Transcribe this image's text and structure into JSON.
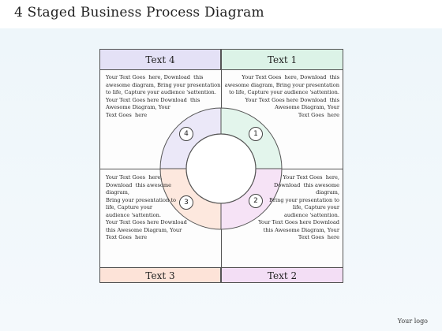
{
  "title": "4 Staged Business Process Diagram",
  "stages": {
    "s1": {
      "number": "1",
      "label": "Text 1",
      "body": "Your Text Goes  here, Download  this\nawesome diagram, Bring your presentation\nto life, Capture your audience 'sattention.\nYour Text Goes here Download  this\nAwesome Diagram, Your\nText Goes  here",
      "color": "#dcf3e7"
    },
    "s2": {
      "number": "2",
      "label": "Text 2",
      "body": "Your Text Goes  here,\nDownload  this awesome\ndiagram,\nBring your presentation to\nlife, Capture your\naudience 'sattention.\nYour Text Goes here Download\nthis Awesome Diagram, Your\nText Goes  here",
      "color": "#f3def5"
    },
    "s3": {
      "number": "3",
      "label": "Text 3",
      "body": "Your Text Goes  here,\nDownload  this awesome\ndiagram,\nBring your presentation to\nlife, Capture your\naudience 'sattention.\nYour Text Goes here Download\nthis Awesome Diagram, Your\nText Goes  here",
      "color": "#fde3d8"
    },
    "s4": {
      "number": "4",
      "label": "Text 4",
      "body": "Your Text Goes  here, Download  this\nawesome diagram, Bring your presentation\nto life, Capture your audience 'sattention.\nYour Text Goes here Download  this\nAwesome Diagram, Your\nText Goes  here",
      "color": "#e4e1f6"
    }
  },
  "logo_text": "Your logo"
}
